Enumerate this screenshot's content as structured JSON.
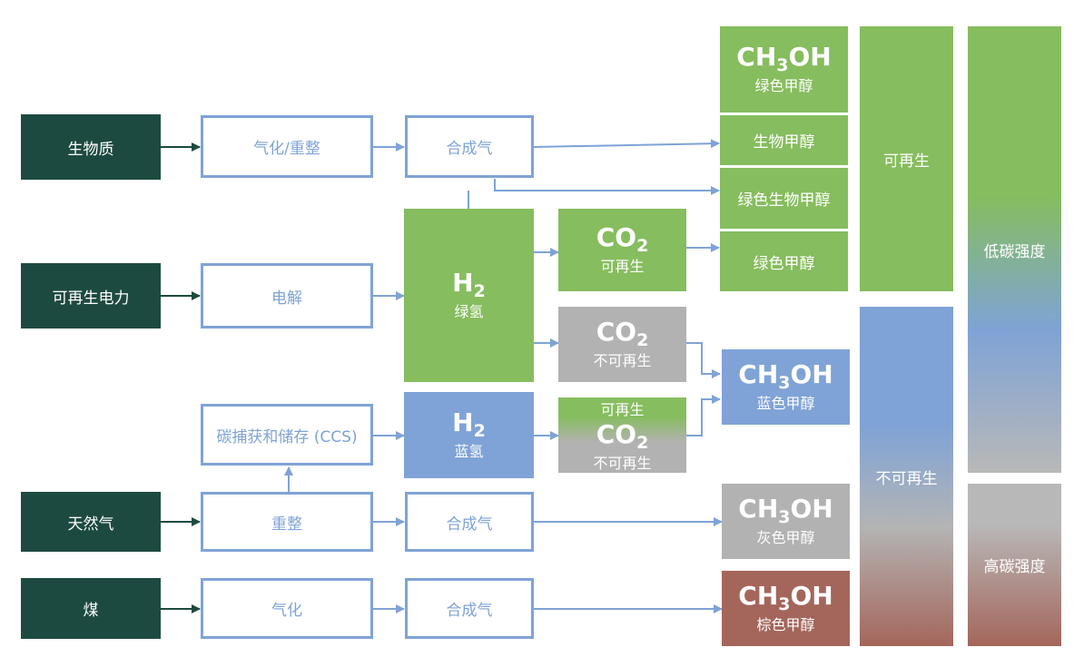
{
  "sources": {
    "biomass": "生物质",
    "renewable_power": "可再生电力",
    "natural_gas": "天然气",
    "coal": "煤"
  },
  "processes": {
    "gasification_reforming": "气化/重整",
    "syngas": "合成气",
    "electrolysis": "电解",
    "ccs": "碳捕获和储存 (CCS)",
    "reforming": "重整",
    "gasification": "气化"
  },
  "hydrogen": {
    "formula": "H",
    "subscript": "2",
    "green_label": "绿氢",
    "blue_label": "蓝氢"
  },
  "co2": {
    "formula": "CO",
    "subscript": "2",
    "renewable": "可再生",
    "non_renewable": "不可再生"
  },
  "methanol": {
    "formula_a": "CH",
    "formula_sub": "3",
    "formula_b": "OH",
    "green": "绿色甲醇",
    "bio": "生物甲醇",
    "green_bio": "绿色生物甲醇",
    "green_2": "绿色甲醇",
    "blue": "蓝色甲醇",
    "gray": "灰色甲醇",
    "brown": "棕色甲醇"
  },
  "categories": {
    "renewable": "可再生",
    "non_renewable": "不可再生",
    "low_carbon": "低碳强度",
    "high_carbon": "高碳强度"
  },
  "colors": {
    "dark_green": "#1d4a40",
    "green": "#86bd5e",
    "blue": "#7fa3d6",
    "gray": "#b2b2b2",
    "brown": "#a4665b"
  }
}
